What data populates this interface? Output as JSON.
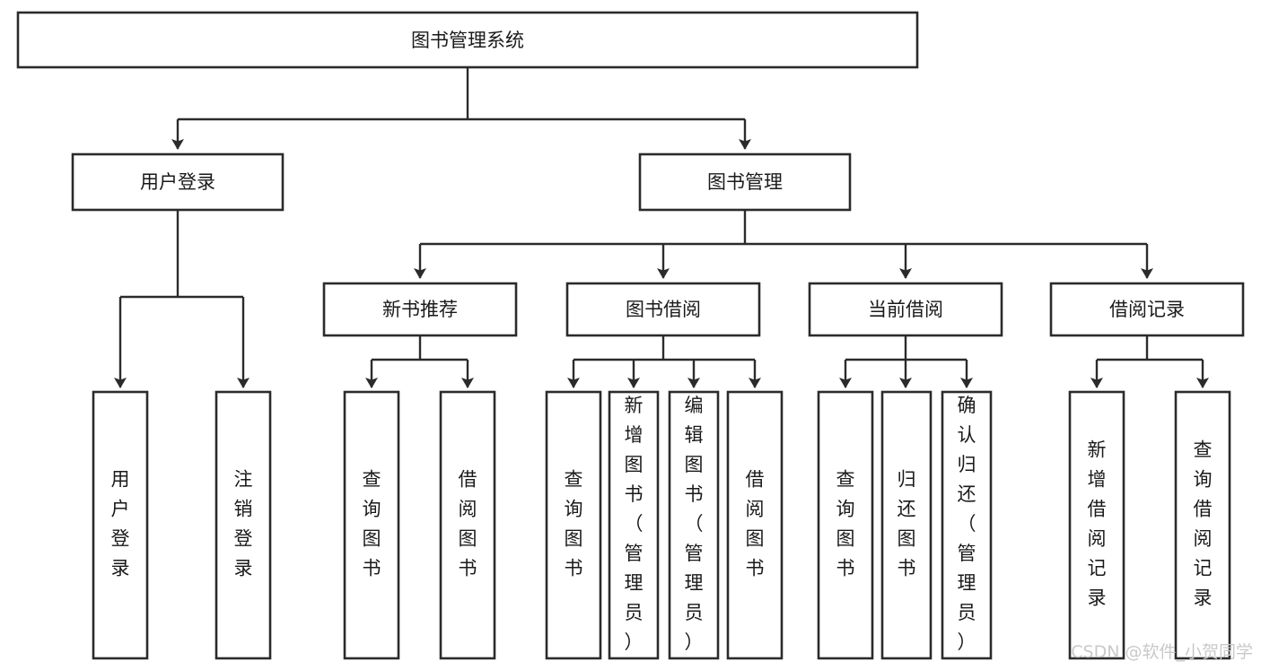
{
  "diagram": {
    "type": "tree-hierarchy-flowchart",
    "root": {
      "id": "root",
      "label": "图书管理系统"
    },
    "level2": [
      {
        "id": "user-login",
        "label": "用户登录"
      },
      {
        "id": "book-management",
        "label": "图书管理"
      }
    ],
    "level3": [
      {
        "id": "new-book-recommend",
        "label": "新书推荐"
      },
      {
        "id": "book-borrow",
        "label": "图书借阅"
      },
      {
        "id": "current-borrow",
        "label": "当前借阅"
      },
      {
        "id": "borrow-record",
        "label": "借阅记录"
      }
    ],
    "leaves": {
      "user-login": [
        {
          "id": "leaf-user-login",
          "label": "用户登录"
        },
        {
          "id": "leaf-logout-login",
          "label": "注销登录"
        }
      ],
      "new-book-recommend": [
        {
          "id": "leaf-query-book-1",
          "label": "查询图书"
        },
        {
          "id": "leaf-borrow-book-1",
          "label": "借阅图书"
        }
      ],
      "book-borrow": [
        {
          "id": "leaf-query-book-2",
          "label": "查询图书"
        },
        {
          "id": "leaf-add-book",
          "label": "新增图书（管理员）"
        },
        {
          "id": "leaf-edit-book",
          "label": "编辑图书（管理员）"
        },
        {
          "id": "leaf-borrow-book-2",
          "label": "借阅图书"
        }
      ],
      "current-borrow": [
        {
          "id": "leaf-query-book-3",
          "label": "查询图书"
        },
        {
          "id": "leaf-return-book",
          "label": "归还图书"
        },
        {
          "id": "leaf-confirm-return",
          "label": "确认归还（管理员）"
        }
      ],
      "borrow-record": [
        {
          "id": "leaf-add-record",
          "label": "新增借阅记录"
        },
        {
          "id": "leaf-query-record",
          "label": "查询借阅记录"
        }
      ]
    }
  },
  "watermark": {
    "text": "CSDN @软件_小贺同学"
  },
  "colors": {
    "stroke": "#2b2b2b",
    "fill": "#ffffff",
    "text": "#1a1a1a",
    "watermark": "#c9c9c9"
  }
}
